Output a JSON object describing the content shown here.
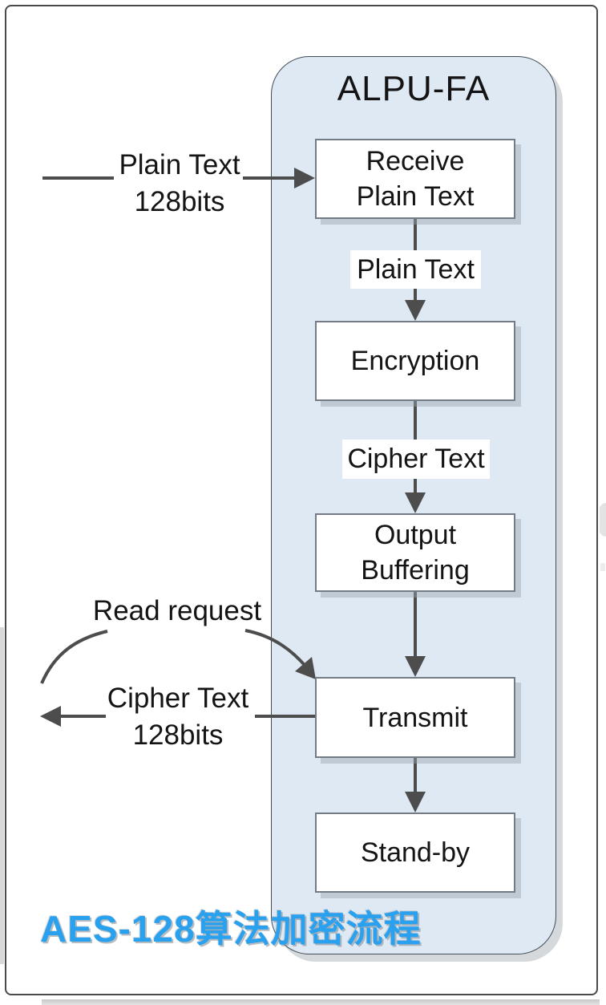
{
  "diagram": {
    "title": "ALPU-FA",
    "nodes": [
      {
        "id": "receive",
        "label": "Receive\nPlain Text"
      },
      {
        "id": "encryption",
        "label": "Encryption"
      },
      {
        "id": "output-buffering",
        "label": "Output\nBuffering"
      },
      {
        "id": "transmit",
        "label": "Transmit"
      },
      {
        "id": "stand-by",
        "label": "Stand-by"
      }
    ],
    "flow_labels": [
      {
        "id": "plain-text",
        "text": "Plain Text"
      },
      {
        "id": "cipher-text",
        "text": "Cipher Text"
      }
    ],
    "external_labels": {
      "input": "Plain Text\n128bits",
      "output": "Cipher Text\n128bits",
      "read_request": "Read request"
    },
    "caption": "AES-128算法加密流程",
    "colors": {
      "container_fill": "#dfe9f3",
      "caption_blue": "#2aa1ef",
      "line_gray": "#4d4d4d"
    }
  }
}
